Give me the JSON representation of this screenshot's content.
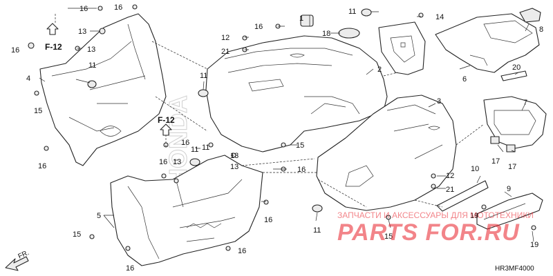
{
  "diagram": {
    "code": "HR3MF4000",
    "front_label": "FR.",
    "frame_ref_1": "F-12",
    "frame_ref_2": "F-12",
    "callouts": {
      "c1": "1",
      "c2": "2",
      "c3": "3",
      "c4": "4",
      "c5": "5",
      "c6": "6",
      "c7": "7",
      "c8": "8",
      "c9": "9",
      "c10": "10",
      "c11a": "11",
      "c11b": "11",
      "c11c": "11",
      "c11d": "11",
      "c11e": "11",
      "c12a": "12",
      "c12b": "12",
      "c13a": "13",
      "c13b": "13",
      "c13c": "13",
      "c13d": "13",
      "c13e": "13",
      "c14": "14",
      "c15a": "15",
      "c15b": "15",
      "c15c": "15",
      "c15d": "15",
      "c16a": "16",
      "c16b": "16",
      "c16c": "16",
      "c16d": "16",
      "c16e": "16",
      "c16f": "16",
      "c16g": "16",
      "c16h": "16",
      "c16i": "16",
      "c16j": "16",
      "c17a": "17",
      "c17b": "17",
      "c18": "18",
      "c19a": "19",
      "c19b": "19",
      "c20": "20",
      "c21a": "21",
      "c21b": "21"
    }
  },
  "watermark": {
    "brand": "PARTS FOR.RU",
    "tagline": "ЗАПЧАСТИ И АКСЕССУАРЫ ДЛЯ МОТОТЕХНИКИ",
    "logo": "HONDA"
  }
}
